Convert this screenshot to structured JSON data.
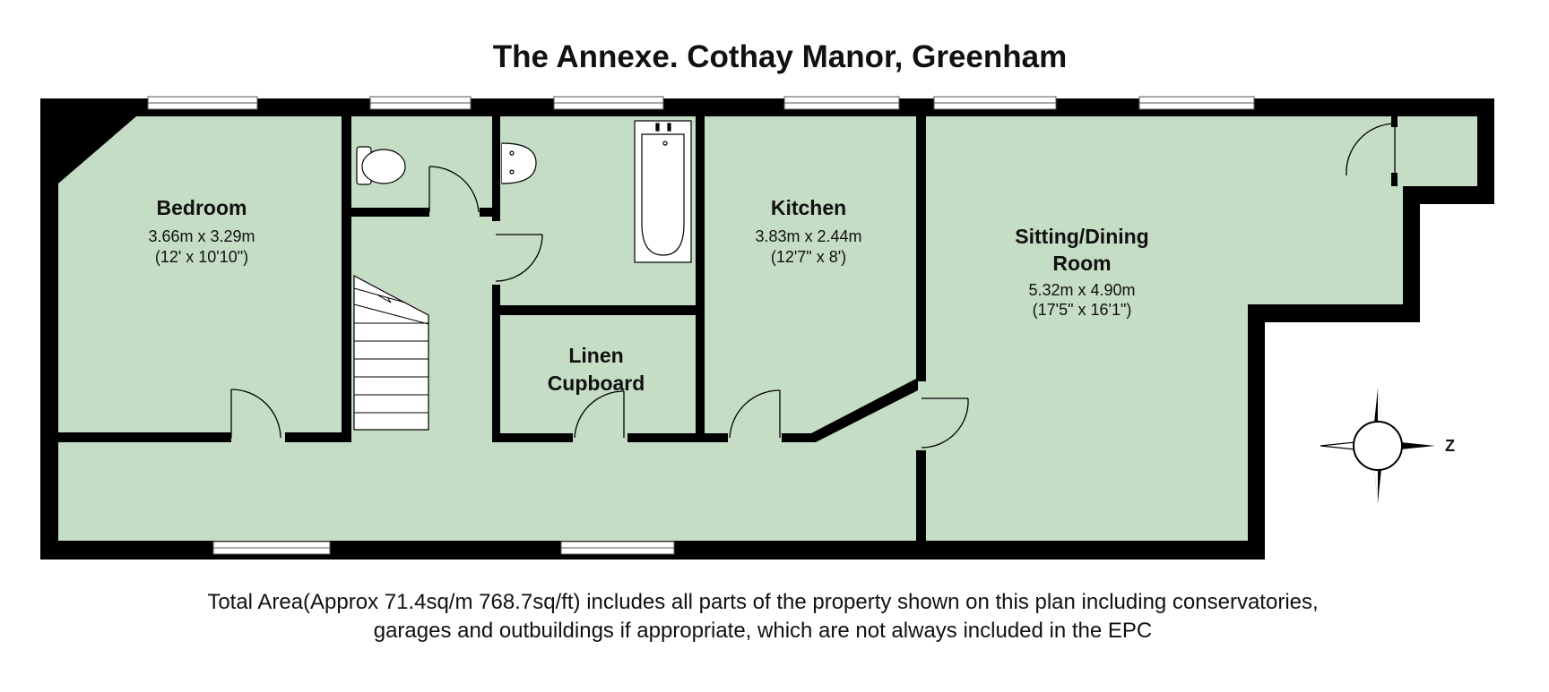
{
  "title": "The Annexe. Cothay Manor, Greenham",
  "colors": {
    "floor": "#c5dcc5",
    "wall": "#000000",
    "window": "#ffffff",
    "fixture": "#ffffff"
  },
  "rooms": {
    "bedroom": {
      "name": "Bedroom",
      "metric": "3.66m x 3.29m",
      "imperial": "(12' x 10'10\")"
    },
    "kitchen": {
      "name": "Kitchen",
      "metric": "3.83m x 2.44m",
      "imperial": "(12'7\" x 8')"
    },
    "sitting": {
      "name_line1": "Sitting/Dining",
      "name_line2": "Room",
      "metric": "5.32m x 4.90m",
      "imperial": "(17'5\" x 16'1\")"
    },
    "linen": {
      "name_line1": "Linen",
      "name_line2": "Cupboard"
    }
  },
  "compass": {
    "label": "Z",
    "icon": "compass-rose-icon"
  },
  "footer": {
    "line1": "Total Area(Approx 71.4sq/m 768.7sq/ft) includes all parts of the property shown on this plan including  conservatories,",
    "line2": "garages and outbuildings if appropriate, which are not always included in the EPC"
  }
}
